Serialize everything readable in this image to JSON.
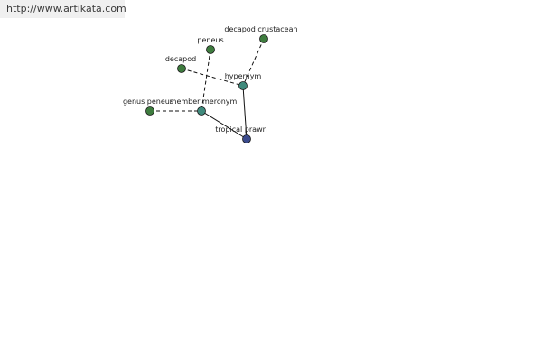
{
  "banner": {
    "url": "http://www.artikata.com"
  },
  "colors": {
    "leaf_node": "#3e7c3e",
    "relation_node": "#3f8a7c",
    "root_node": "#3a4a8c",
    "edge": "#111111",
    "node_stroke": "#1a1a1a"
  },
  "graph": {
    "nodes": [
      {
        "id": "decapod-crustacean",
        "label": "decapod crustacean",
        "kind": "leaf"
      },
      {
        "id": "peneus",
        "label": "peneus",
        "kind": "leaf"
      },
      {
        "id": "decapod",
        "label": "decapod",
        "kind": "leaf"
      },
      {
        "id": "hypernym",
        "label": "hypernym",
        "kind": "relation"
      },
      {
        "id": "genus-peneus",
        "label": "genus peneus",
        "kind": "leaf"
      },
      {
        "id": "member-meronym",
        "label": "member meronym",
        "kind": "relation"
      },
      {
        "id": "tropical-prawn",
        "label": "tropical prawn",
        "kind": "root"
      }
    ],
    "edges": [
      {
        "from": "decapod-crustacean",
        "to": "hypernym",
        "style": "dashed"
      },
      {
        "from": "decapod",
        "to": "hypernym",
        "style": "dashed"
      },
      {
        "from": "peneus",
        "to": "member-meronym",
        "style": "dashed"
      },
      {
        "from": "genus-peneus",
        "to": "member-meronym",
        "style": "dashed"
      },
      {
        "from": "hypernym",
        "to": "tropical-prawn",
        "style": "solid"
      },
      {
        "from": "member-meronym",
        "to": "tropical-prawn",
        "style": "solid"
      }
    ]
  }
}
